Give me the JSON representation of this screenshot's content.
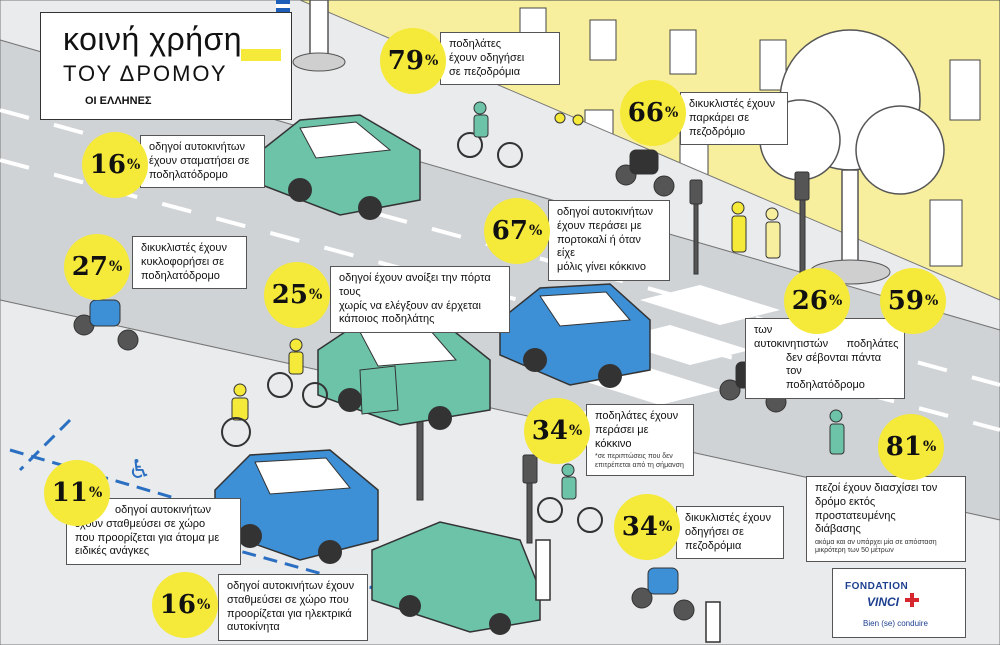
{
  "title": {
    "line1": "κοινή χρήση",
    "line2": "ΤΟΥ ΔΡΟΜΟΥ",
    "line3": "ΟΙ ΕΛΛΗΝΕΣ"
  },
  "stats": [
    {
      "id": "s1",
      "value": "79",
      "lines": [
        "ποδηλάτες",
        "έχουν οδηγήσει",
        "σε πεζοδρόμια"
      ]
    },
    {
      "id": "s2",
      "value": "66",
      "lines": [
        "δικυκλιστές έχουν",
        "παρκάρει σε",
        "πεζοδρόμιο"
      ]
    },
    {
      "id": "s3",
      "value": "16",
      "lines": [
        "οδηγοί αυτοκινήτων",
        "έχουν σταματήσει σε",
        "ποδηλατόδρομο"
      ]
    },
    {
      "id": "s4",
      "value": "67",
      "lines": [
        "οδηγοί αυτοκινήτων",
        "έχουν περάσει με",
        "πορτοκαλί ή όταν είχε",
        "μόλις γίνει κόκκινο"
      ]
    },
    {
      "id": "s5",
      "value": "27",
      "lines": [
        "δικυκλιστές έχουν",
        "κυκλοφορήσει σε",
        "ποδηλατόδρομο"
      ]
    },
    {
      "id": "s6",
      "value": "25",
      "lines": [
        "οδηγοί έχουν ανοίξει την πόρτα τους",
        "χωρίς να ελέγξουν αν έρχεται",
        "κάποιος ποδηλάτης"
      ]
    },
    {
      "id": "s7",
      "value": "26",
      "lines": [
        "των αυτοκινητιστών"
      ]
    },
    {
      "id": "s8",
      "value": "59",
      "lines": [
        "ποδηλάτες"
      ]
    },
    {
      "id": "s78",
      "lines": [
        "δεν σέβονται πάντα τον",
        "ποδηλατόδρομο"
      ]
    },
    {
      "id": "s9",
      "value": "34",
      "lines": [
        "ποδηλάτες έχουν",
        "περάσει με κόκκινο"
      ],
      "note": "*σε περιπτώσεις που δεν επιτρέπεται από τη σήμανση"
    },
    {
      "id": "s10",
      "value": "81",
      "lines": [
        "πεζοί έχουν διασχίσει τον",
        "δρόμο εκτός προστατευμένης",
        "διάβασης"
      ],
      "note": "ακόμα και αν υπάρχει μία σε απόσταση μικρότερη των 50 μέτρων"
    },
    {
      "id": "s11",
      "value": "11",
      "lines": [
        "οδηγοί αυτοκινήτων",
        "έχουν σταθμεύσει σε χώρο",
        "που προορίζεται για άτομα με",
        "ειδικές ανάγκες"
      ]
    },
    {
      "id": "s12",
      "value": "34",
      "lines": [
        "δικυκλιστές έχουν",
        "οδηγήσει σε",
        "πεζοδρόμια"
      ]
    },
    {
      "id": "s13",
      "value": "16",
      "lines": [
        "οδηγοί αυτοκινήτων έχουν",
        "σταθμεύσει σε χώρο που",
        "προορίζεται για ηλεκτρικά",
        "αυτοκίνητα"
      ]
    }
  ],
  "percent_sign": "%",
  "logo": {
    "line1": "FONDATION",
    "line2": "VINCI",
    "line3": "Bien (se) conduire"
  },
  "colors": {
    "accent": "#f5e93a",
    "car_green": "#6cc3a8",
    "car_blue": "#3d8fd6",
    "building": "#f7ef9e",
    "road": "#cfd3d6",
    "sidewalk": "#e9ebec"
  }
}
